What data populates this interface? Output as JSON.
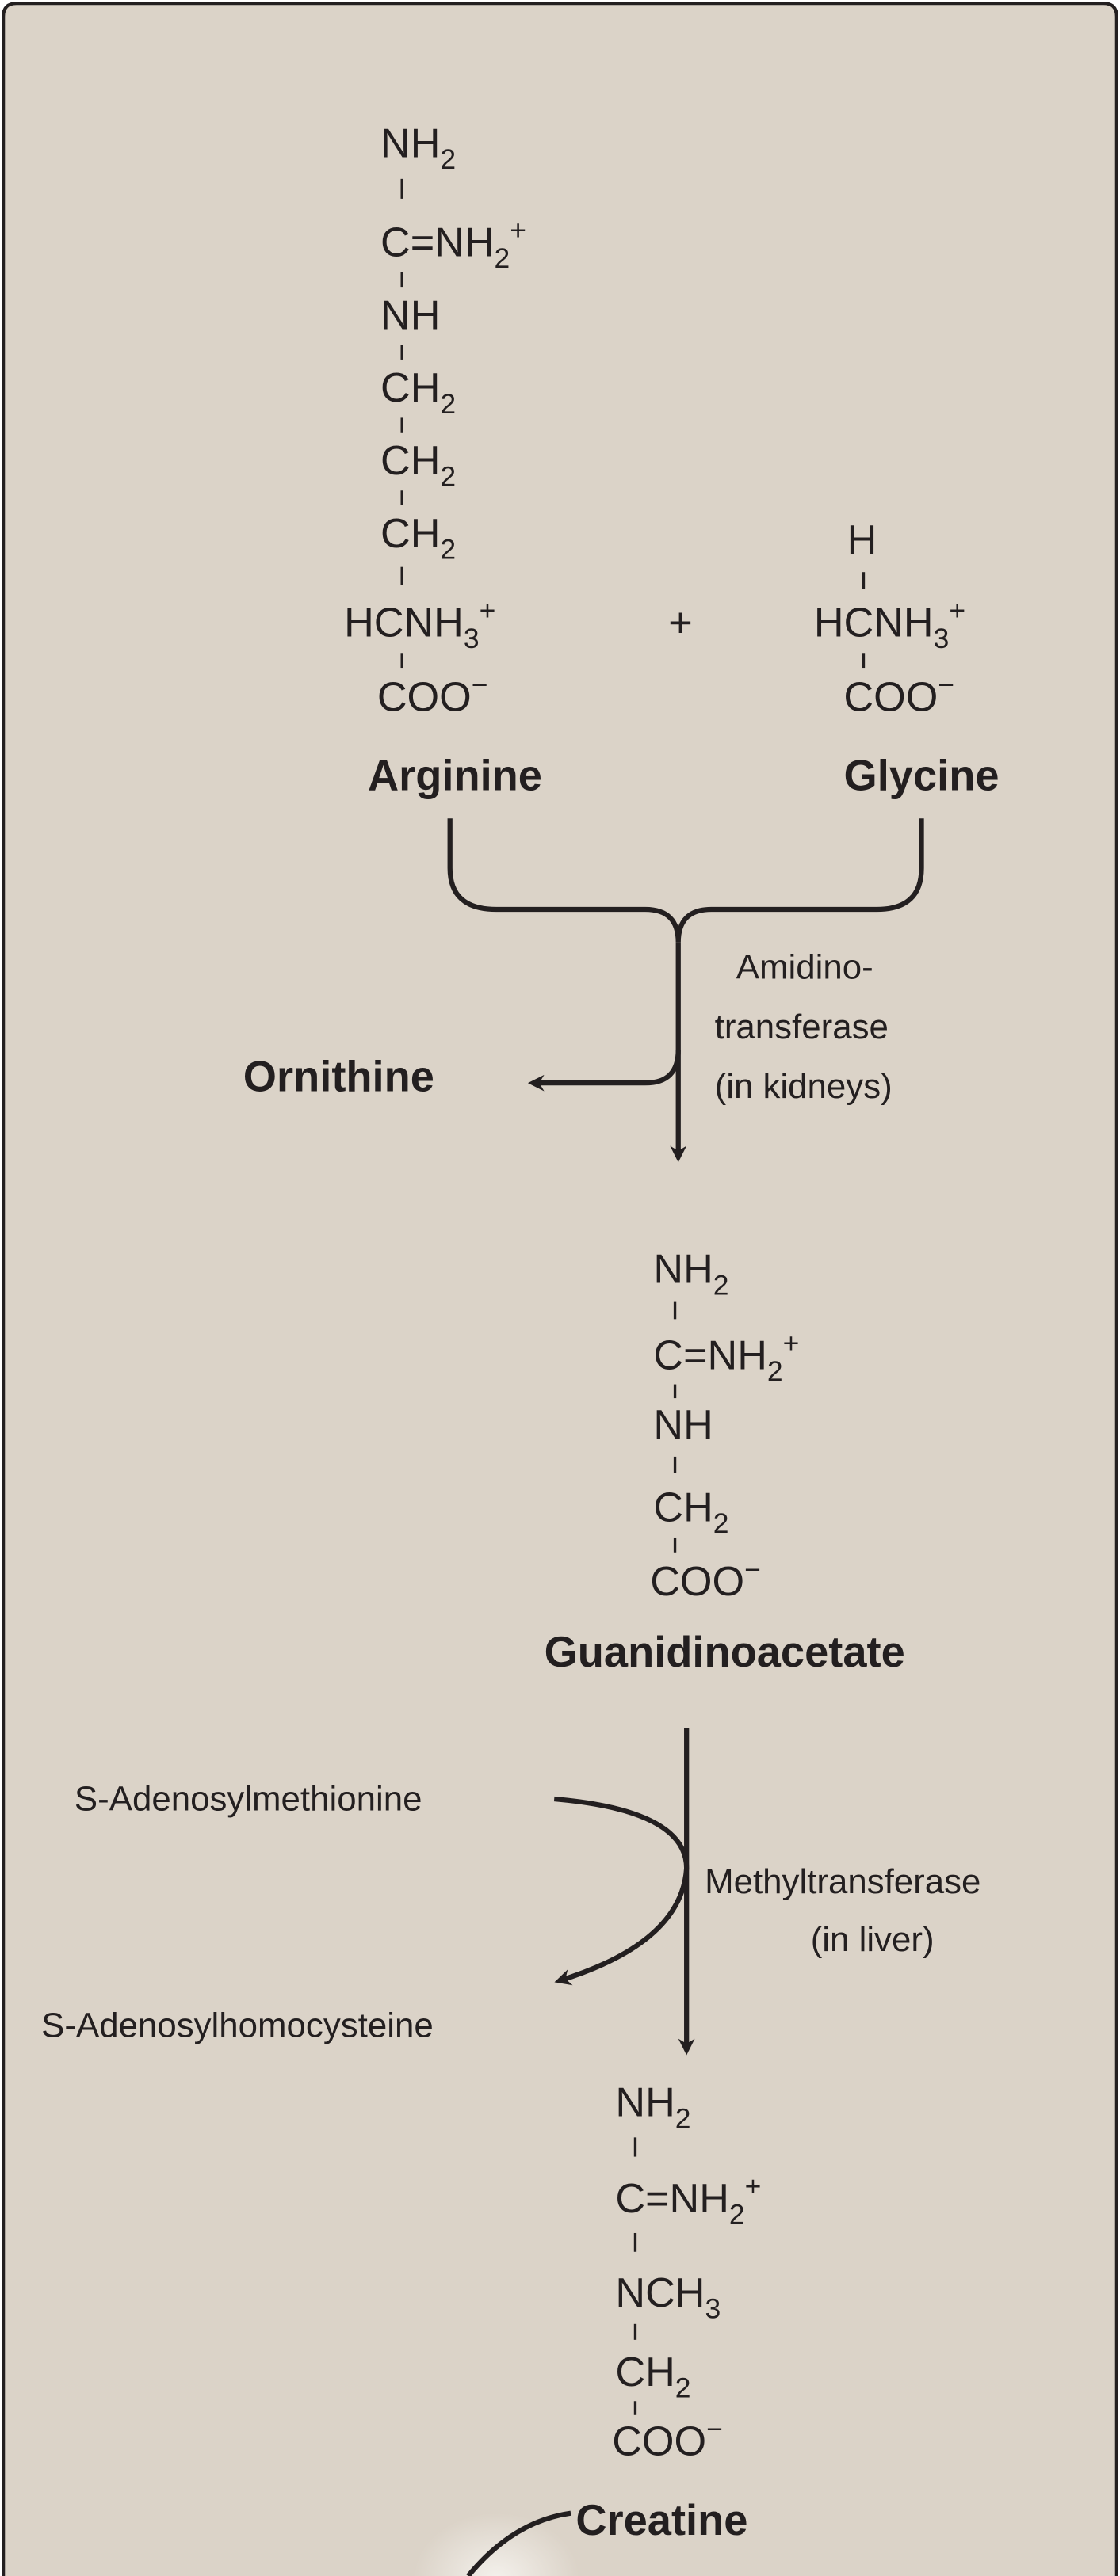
{
  "arginine": {
    "name": "Arginine",
    "lines": [
      {
        "main": "NH",
        "sub": "2"
      },
      {
        "main": "C=NH",
        "sub": "2",
        "charge": "+"
      },
      {
        "main": "NH"
      },
      {
        "main": "CH",
        "sub": "2"
      },
      {
        "main": "CH",
        "sub": "2"
      },
      {
        "main": "CH",
        "sub": "2"
      },
      {
        "main": "HCNH",
        "sub": "3",
        "sup": "+"
      },
      {
        "main": "COO",
        "sup": "−"
      }
    ]
  },
  "plus_sign": "+",
  "glycine": {
    "name": "Glycine",
    "lines": [
      {
        "main": "H"
      },
      {
        "main": "HCNH",
        "sub": "3",
        "sup": "+"
      },
      {
        "main": "COO",
        "sup": "−"
      }
    ]
  },
  "step1": {
    "enzyme": [
      "Amidino-",
      "transferase",
      "(in kidneys)"
    ],
    "byproduct": "Ornithine"
  },
  "guanidinoacetate": {
    "name": "Guanidinoacetate",
    "lines": [
      {
        "main": "NH",
        "sub": "2"
      },
      {
        "main": "C=NH",
        "sub": "2",
        "charge": "+"
      },
      {
        "main": "NH"
      },
      {
        "main": "CH",
        "sub": "2"
      },
      {
        "main": "COO",
        "sup": "−"
      }
    ]
  },
  "step2": {
    "enzyme": [
      "Methyltransferase",
      "(in liver)"
    ],
    "cosubstrate": "S-Adenosylmethionine",
    "coproduct": "S-Adenosylhomocysteine"
  },
  "creatine": {
    "name": "Creatine",
    "lines": [
      {
        "main": "NH",
        "sub": "2"
      },
      {
        "main": "C=NH",
        "sub": "2",
        "charge": "+"
      },
      {
        "main": "NCH",
        "sub": "3"
      },
      {
        "main": "CH",
        "sub": "2"
      },
      {
        "main": "COO",
        "sup": "−"
      }
    ]
  },
  "colors": {
    "background": "#dbd3c8",
    "ink": "#231f20"
  }
}
